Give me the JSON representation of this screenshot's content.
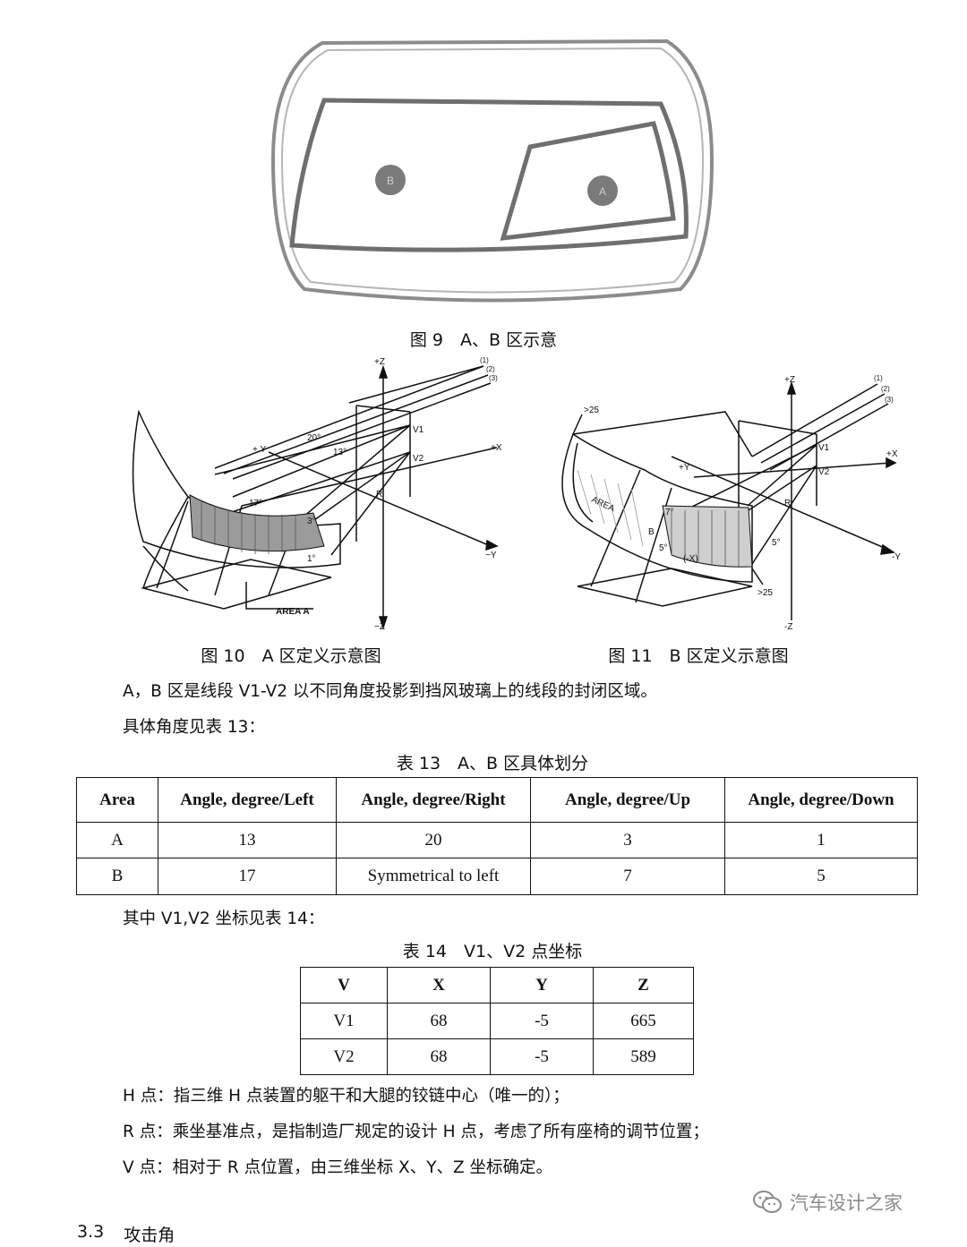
{
  "figure9": {
    "caption": "图 9　A、B 区示意",
    "zone_b_marker": "B",
    "zone_a_marker": "A"
  },
  "figure10": {
    "caption": "图 10　A 区定义示意图",
    "labels": {
      "plus_z": "+Z",
      "minus_z": "−Z",
      "plus_x": "+X",
      "minus_y": "−Y",
      "plus_y": "+ Y",
      "line1": "(1)",
      "line2": "(2)",
      "line3": "(3)",
      "v1": "V1",
      "v2": "V2",
      "r": "R",
      "angle_20": "20°",
      "angle_13": "13°",
      "angle_17": "17°",
      "angle_3": "3°",
      "angle_1": "1°",
      "area": "AREA A"
    }
  },
  "figure11": {
    "caption": "图 11　B 区定义示意图",
    "labels": {
      "plus_z": "+Z",
      "minus_z": "-Z",
      "plus_x": "+X",
      "minus_y": "-Y",
      "plus_y": "+Y",
      "line1": "(1)",
      "line2": "(2)",
      "line3": "(3)",
      "v1": "V1",
      "v2": "V2",
      "r": "R",
      "gt25_top": ">25",
      "gt25_bottom": ">25",
      "angle_7": "7°",
      "angle_5a": "5°",
      "angle_5b": "5°",
      "b": "B",
      "neg_x": "(-X)",
      "area": "AREA"
    }
  },
  "text": {
    "p1": "A，B 区是线段 V1-V2 以不同角度投影到挡风玻璃上的线段的封闭区域。",
    "p2": "具体角度见表 13：",
    "p3": "其中 V1,V2 坐标见表 14：",
    "p4": "H 点：指三维 H 点装置的躯干和大腿的铰链中心（唯一的）；",
    "p5": "R 点：乘坐基准点，是指制造厂规定的设计 H 点，考虑了所有座椅的调节位置；",
    "p6": "V 点：相对于 R 点位置，由三维坐标 X、Y、Z 坐标确定。",
    "section_number": "3.3",
    "section_title": "攻击角",
    "watermark": "汽车设计之家"
  },
  "table13": {
    "caption": "表 13　A、B 区具体划分",
    "headers": [
      "Area",
      "Angle, degree/Left",
      "Angle, degree/Right",
      "Angle, degree/Up",
      "Angle, degree/Down"
    ],
    "rows": [
      [
        "A",
        "13",
        "20",
        "3",
        "1"
      ],
      [
        "B",
        "17",
        "Symmetrical to left",
        "7",
        "5"
      ]
    ]
  },
  "table14": {
    "caption": "表 14　V1、V2 点坐标",
    "headers": [
      "V",
      "X",
      "Y",
      "Z"
    ],
    "rows": [
      [
        "V1",
        "68",
        "-5",
        "665"
      ],
      [
        "V2",
        "68",
        "-5",
        "589"
      ]
    ]
  }
}
